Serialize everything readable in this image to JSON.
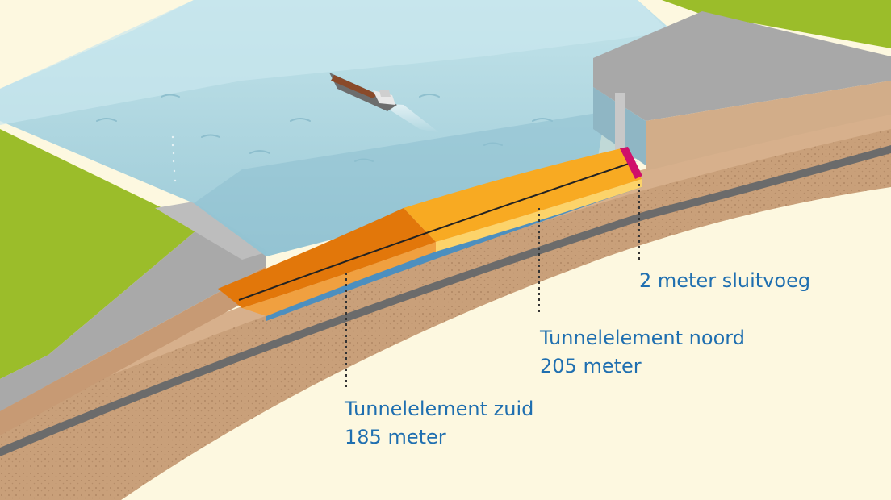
{
  "labels": {
    "sluitvoeg": "2 meter sluitvoeg",
    "noord": {
      "line1": "Tunnelelement noord",
      "line2": "205 meter"
    },
    "zuid": {
      "line1": "Tunnelelement zuid",
      "line2": "185 meter"
    }
  },
  "colors": {
    "background": "#fdf8e0",
    "water": "#9fcfdc",
    "grass": "#9bbd2a",
    "soil": "#c9a07a",
    "quay": "#a9a9a9",
    "tunnel_zuid": "#e2770a",
    "tunnel_noord": "#f8aa22",
    "sluitvoeg": "#d0106a",
    "label_text": "#1f6fb0"
  }
}
